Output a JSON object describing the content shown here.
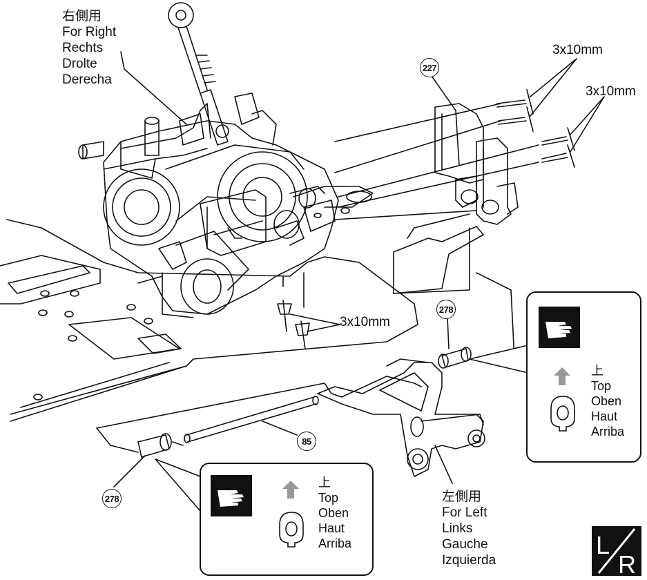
{
  "labels": {
    "right": {
      "jp": "右側用",
      "en": "For Right",
      "de": "Rechts",
      "fr": "Drolte",
      "es": "Derecha"
    },
    "left": {
      "jp": "左側用",
      "en": "For Left",
      "de": "Links",
      "fr": "Gauche",
      "es": "Izquierda"
    }
  },
  "screws": {
    "top1": "3x10mm",
    "top2": "3x10mm",
    "center": "3x10mm"
  },
  "parts": {
    "p227": "227",
    "p278_right": "278",
    "p278_left": "278",
    "p85": "85"
  },
  "callout_right": {
    "jp": "上",
    "en": "Top",
    "de": "Oben",
    "fr": "Haut",
    "es": "Arriba"
  },
  "callout_left": {
    "jp": "上",
    "en": "Top",
    "de": "Oben",
    "fr": "Haut",
    "es": "Arriba"
  },
  "lr_mark": {
    "l": "L",
    "r": "R"
  }
}
